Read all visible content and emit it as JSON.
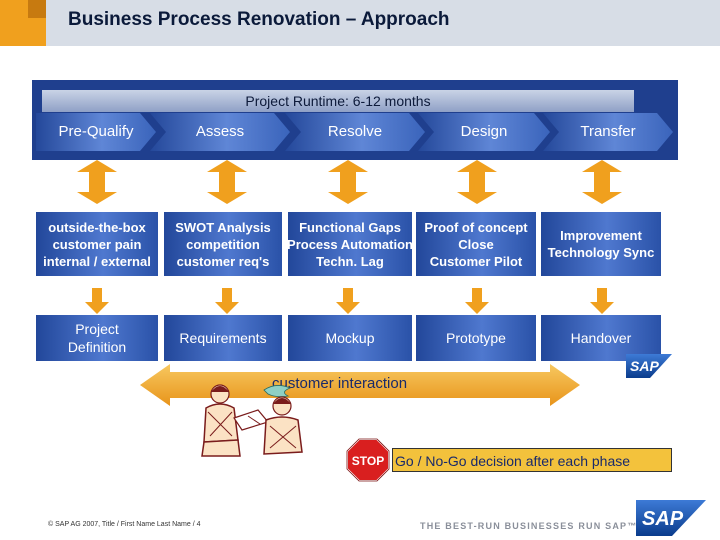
{
  "header": {
    "title": "Business Process Renovation – Approach"
  },
  "runtime": {
    "label": "Project Runtime: 6-12 months"
  },
  "phases": [
    "Pre-Qualify",
    "Assess",
    "Resolve",
    "Design",
    "Transfer"
  ],
  "details": [
    {
      "lines": [
        "outside-the-box",
        "customer pain",
        "internal / external"
      ]
    },
    {
      "lines": [
        "SWOT Analysis",
        "competition",
        "customer req's"
      ]
    },
    {
      "lines": [
        "Functional Gaps",
        "Process Automation",
        "Techn. Lag"
      ]
    },
    {
      "lines": [
        "Proof of concept",
        "Close",
        "Customer Pilot"
      ]
    },
    {
      "lines": [
        "Improvement",
        "Technology Sync"
      ]
    }
  ],
  "deliverables": [
    {
      "lines": [
        "Project",
        "Definition"
      ]
    },
    {
      "lines": [
        "Requirements"
      ]
    },
    {
      "lines": [
        "Mockup"
      ]
    },
    {
      "lines": [
        "Prototype"
      ]
    },
    {
      "lines": [
        "Handover"
      ]
    }
  ],
  "interaction": {
    "label": "customer interaction"
  },
  "decision": {
    "label": "Go / No-Go decision after each phase",
    "stop_sign": "STOP"
  },
  "footer": {
    "copyright": "© SAP AG 2007, Title / First Name Last Name / 4",
    "slogan": "THE BEST-RUN BUSINESSES RUN SAP™"
  },
  "logo": {
    "text": "SAP"
  },
  "colors": {
    "accent": "#f0a01e",
    "band": "#1f3f8e",
    "box": "#3a64bb",
    "arrow": "#f0a01e"
  }
}
